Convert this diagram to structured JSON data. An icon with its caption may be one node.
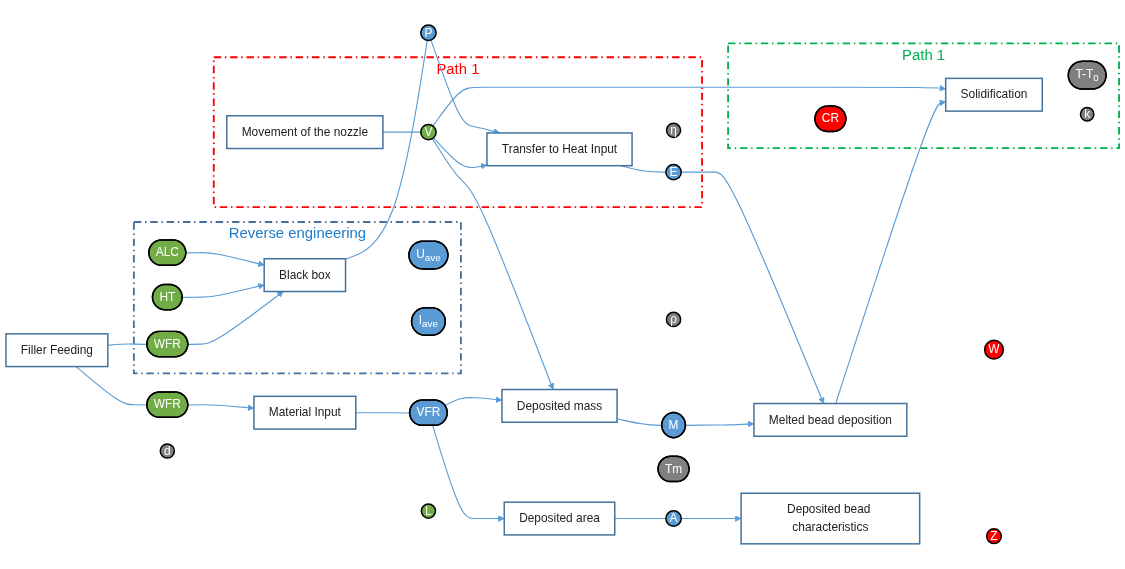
{
  "diagram": {
    "nodes": [
      {
        "text": [
          "Reverse engineering"
        ]
      },
      {
        "text": [
          "ALC"
        ],
        "in": 0
      },
      {
        "text": [
          "HT"
        ],
        "in": 0
      },
      {
        "text": [
          "WFR"
        ],
        "in": 0
      },
      {
        "text": [
          "Black box"
        ],
        "in": 0
      },
      {
        "text": [
          "U$_{ave}$"
        ],
        "in": 0
      },
      {
        "text": [
          "I$_{ave}$"
        ],
        "in": 0
      },
      {
        "text": [
          "Path 1"
        ]
      },
      {
        "text": [
          "P"
        ]
      },
      {
        "text": [
          "Transfer to Heat Input"
        ],
        "in": 7
      },
      {
        "text": [
          "E"
        ],
        "in": 7
      },
      {
        "text": [
          "η"
        ],
        "in": 7
      },
      {
        "text": [
          "Movement of the nozzle"
        ],
        "in": 7
      },
      {
        "text": [
          "V"
        ],
        "in": 7
      },
      {
        "text": [
          "Melted bead deposition"
        ]
      },
      {
        "text": [
          "Tm"
        ]
      },
      {
        "text": [
          "Path 1"
        ]
      },
      {
        "text": [
          "Solidification"
        ],
        "in": 16
      },
      {
        "text": [
          "T-T$_{0}$"
        ],
        "in": 16
      },
      {
        "text": [
          "CR"
        ],
        "in": 16
      },
      {
        "text": [
          "k"
        ],
        "in": 16
      },
      {
        "text": [
          "Filler Feeding"
        ]
      },
      {
        "text": [
          "WFR"
        ]
      },
      {
        "text": [
          "Material Input"
        ]
      },
      {
        "text": [
          "d"
        ]
      },
      {
        "text": [
          "VFR"
        ]
      },
      {
        "text": [
          "Deposited mass"
        ]
      },
      {
        "text": [
          "L"
        ]
      },
      {
        "text": [
          "ρ"
        ]
      },
      {
        "text": [
          "M"
        ]
      },
      {
        "text": [
          "Deposited area"
        ]
      },
      {
        "text": [
          "A"
        ]
      },
      {
        "text": [
          "Deposited bead characteristics"
        ]
      },
      {
        "text": [
          "W"
        ]
      },
      {
        "text": [
          "Z"
        ]
      }
    ],
    "edges": [
      {
        "from": 1,
        "to": 4,
        "arrow": "to"
      },
      {
        "from": 2,
        "to": 4,
        "arrow": "to"
      },
      {
        "from": 3,
        "to": 4,
        "arrow": "to"
      },
      {
        "from": 21,
        "to": 3,
        "arrow": "none"
      },
      {
        "from": 4,
        "to": 8,
        "arrow": "none"
      },
      {
        "from": 8,
        "to": 9,
        "arrow": "to"
      },
      {
        "from": 9,
        "to": 10,
        "arrow": "none"
      },
      {
        "from": 10,
        "to": 14,
        "arrow": "to"
      },
      {
        "from": 12,
        "to": 13,
        "arrow": "none"
      },
      {
        "from": 13,
        "to": 9,
        "arrow": "to"
      },
      {
        "from": 13,
        "to": 26,
        "arrow": "to"
      },
      {
        "from": 13,
        "to": 17,
        "arrow": "to"
      },
      {
        "from": 14,
        "to": 17,
        "arrow": "to"
      },
      {
        "from": 21,
        "to": 22,
        "arrow": "none"
      },
      {
        "from": 22,
        "to": 23,
        "arrow": "to"
      },
      {
        "from": 23,
        "to": 25,
        "arrow": "none"
      },
      {
        "from": 25,
        "to": 26,
        "arrow": "to"
      },
      {
        "from": 25,
        "to": 30,
        "arrow": "to"
      },
      {
        "from": 26,
        "to": 29,
        "arrow": "none"
      },
      {
        "from": 29,
        "to": 14,
        "arrow": "to"
      },
      {
        "from": 30,
        "to": 31,
        "arrow": "none"
      },
      {
        "from": 31,
        "to": 32,
        "arrow": "to"
      }
    ]
  }
}
